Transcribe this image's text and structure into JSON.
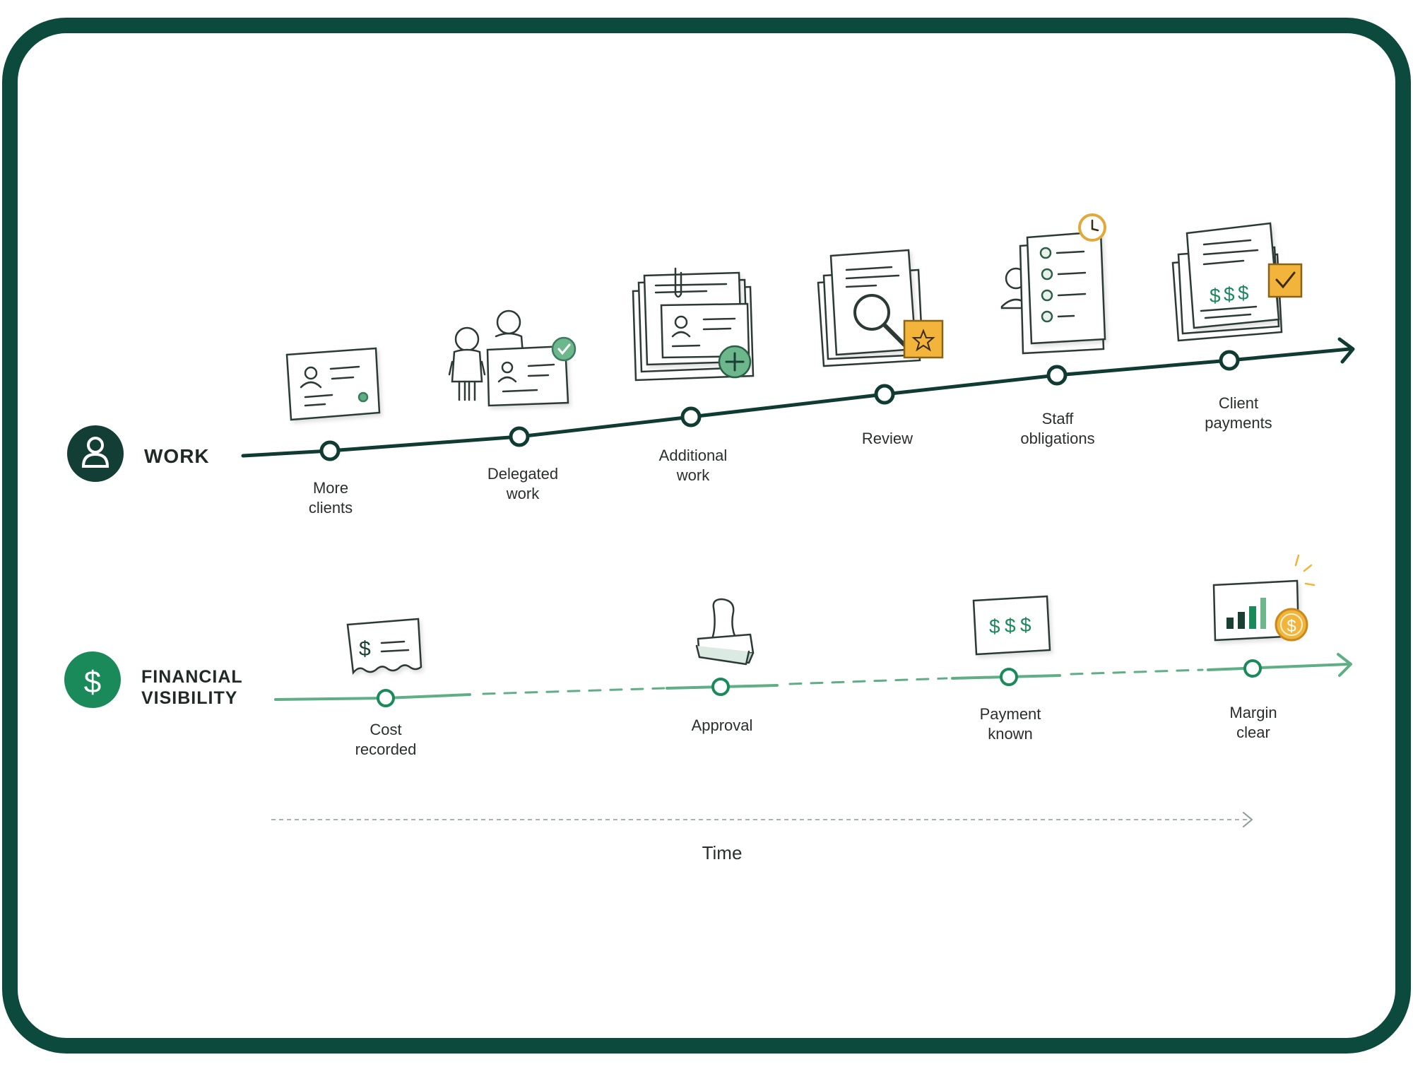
{
  "colors": {
    "frame": "#0b4a3c",
    "work_line": "#103b32",
    "finance": "#1a8a5a",
    "finance_light": "#5fae85",
    "accent_yellow": "#f2b43a",
    "text": "#2a2f2d"
  },
  "work": {
    "label": "WORK",
    "icon": "person-icon",
    "milestones": [
      {
        "label_lines": [
          "More",
          "clients"
        ],
        "illustration": "client-card-icon"
      },
      {
        "label_lines": [
          "Delegated",
          "work"
        ],
        "illustration": "team-card-check-icon"
      },
      {
        "label_lines": [
          "Additional",
          "work"
        ],
        "illustration": "document-stack-plus-icon"
      },
      {
        "label_lines": [
          "Review"
        ],
        "illustration": "magnifier-star-icon"
      },
      {
        "label_lines": [
          "Staff",
          "obligations"
        ],
        "illustration": "checklist-clock-icon"
      },
      {
        "label_lines": [
          "Client",
          "payments"
        ],
        "illustration": "invoice-check-icon"
      }
    ]
  },
  "finance": {
    "label_lines": [
      "FINANCIAL",
      "VISIBILITY"
    ],
    "icon": "dollar-icon",
    "milestones": [
      {
        "label_lines": [
          "Cost",
          "recorded"
        ],
        "illustration": "receipt-dollar-icon"
      },
      {
        "label_lines": [
          "Approval"
        ],
        "illustration": "stamp-icon"
      },
      {
        "label_lines": [
          "Payment",
          "known"
        ],
        "illustration": "payment-note-icon"
      },
      {
        "label_lines": [
          "Margin",
          "clear"
        ],
        "illustration": "bar-chart-coin-icon"
      }
    ]
  },
  "time_label": "Time"
}
